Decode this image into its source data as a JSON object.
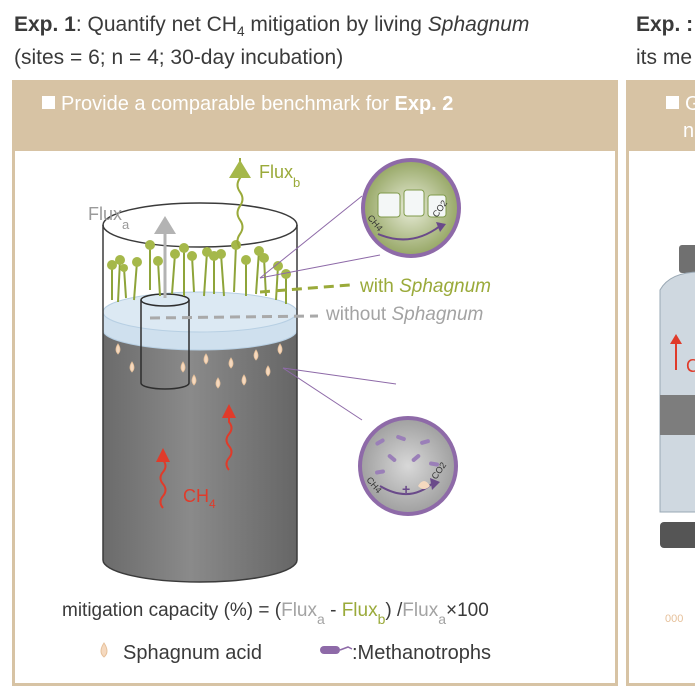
{
  "exp1": {
    "title_bold": "Exp. 1",
    "title_rest": ": Quantify net CH",
    "title_sub": "4",
    "title_mid": " mitigation by living ",
    "title_italic": "Sphagnum",
    "subtitle": "(sites = 6; n = 4; 30-day incubation)",
    "banner_text": "Provide a comparable benchmark for ",
    "banner_bold": "Exp. 2"
  },
  "exp2": {
    "title_partial": "Exp. :",
    "subtitle_partial": "its me",
    "banner_partial_1": "G",
    "banner_partial_2": "n",
    "flux_partial": "C",
    "droplets_partial": "000"
  },
  "diagram": {
    "flux_a": "Flux",
    "flux_a_sub": "a",
    "flux_b": "Flux",
    "flux_b_sub": "b",
    "with_label": "with ",
    "with_italic": "Sphagnum",
    "without_label": "without ",
    "without_italic": "Sphagnum",
    "ch4": "CH",
    "ch4_sub": "4",
    "inset_ch4": "CH4",
    "inset_co2": "CO2",
    "inset_plus": "+",
    "formula_start": "mitigation capacity (%) = (",
    "formula_fa": "Flux",
    "formula_fa_sub": "a",
    "formula_dash": " - ",
    "formula_fb": "Flux",
    "formula_fb_sub": "b",
    "formula_close": ") /",
    "formula_fa2": "Flux",
    "formula_fa2_sub": "a",
    "formula_end": "×100",
    "legend_acid": "Sphagnum acid",
    "legend_methanotrophs": ":Methanotrophs"
  },
  "colors": {
    "panel_band": "#d7c3a4",
    "green": "#9aaa3a",
    "grey_arrow": "#b3b3b3",
    "red_arrow": "#e03b2a",
    "purple": "#8e6aa8",
    "soil": "#7d7d7d",
    "water": "#cfe0ee",
    "droplet": "#f5d9bf"
  }
}
